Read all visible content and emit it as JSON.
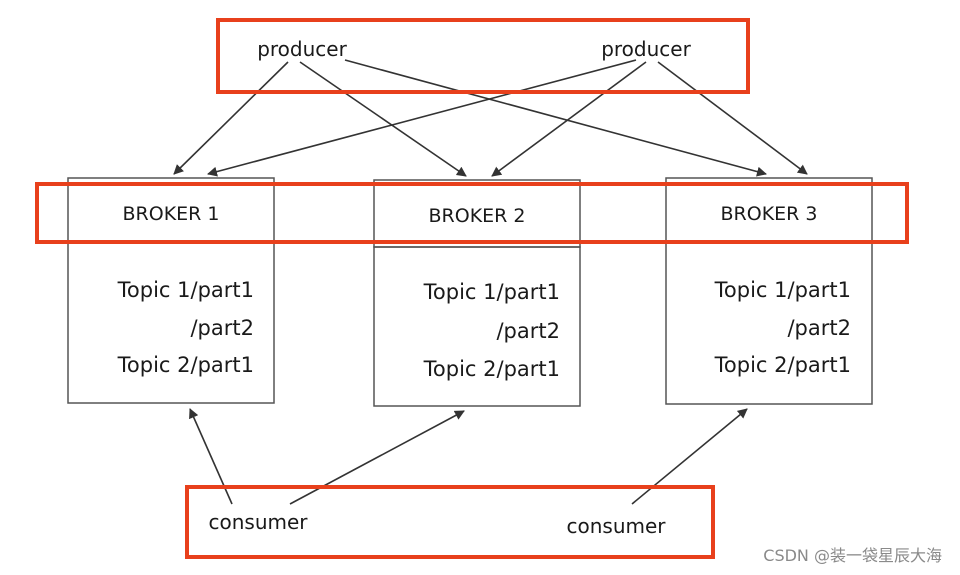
{
  "producers": [
    "producer",
    "producer"
  ],
  "brokers": [
    {
      "name": "BROKER 1",
      "lines": [
        "Topic 1/part1",
        "/part2",
        "Topic 2/part1"
      ]
    },
    {
      "name": "BROKER 2",
      "lines": [
        "Topic 1/part1",
        "/part2",
        "Topic 2/part1"
      ]
    },
    {
      "name": "BROKER 3",
      "lines": [
        "Topic 1/part1",
        "/part2",
        "Topic 2/part1"
      ]
    }
  ],
  "consumers": [
    "consumer",
    "consumer"
  ],
  "watermark": "CSDN @装一袋星辰大海",
  "colors": {
    "highlight": "#e8401c",
    "line": "#333333",
    "box_border": "#555555"
  }
}
